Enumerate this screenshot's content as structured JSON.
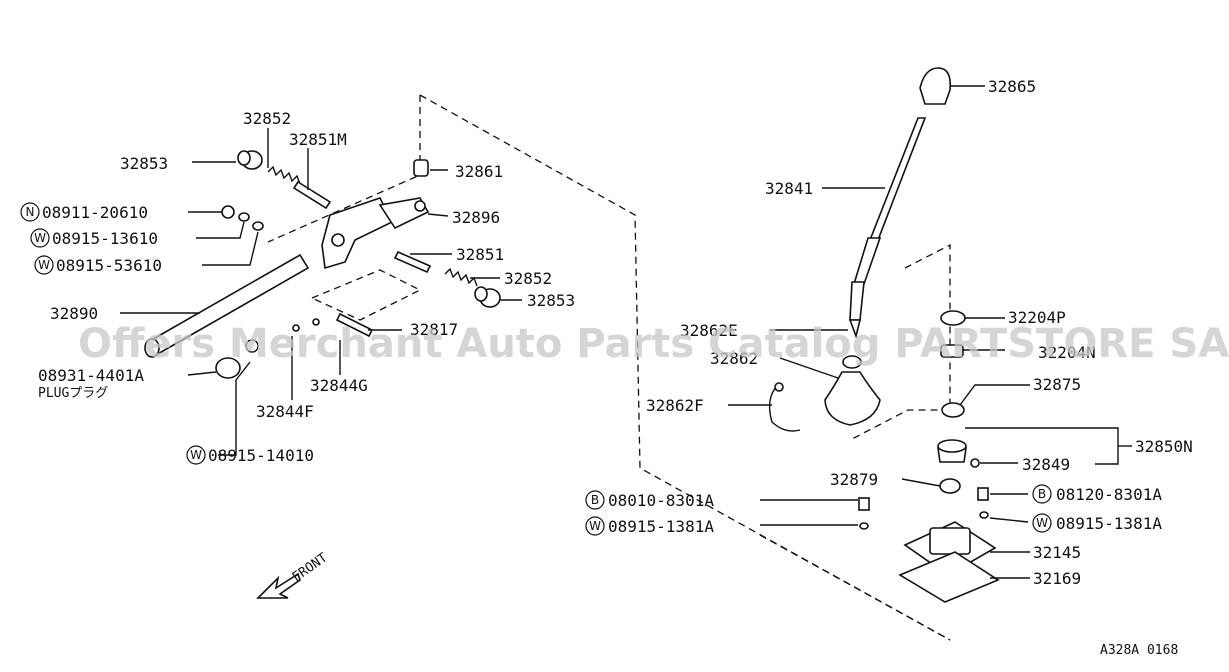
{
  "watermark": "Offers Merchant Auto Parts Catalog PARTSTORE SA",
  "diagram_code": "A328A 0168",
  "front_label": "FRONT",
  "plug_label": "PLUGプラグ",
  "badges": {
    "n": "N",
    "w": "W",
    "b": "B"
  },
  "parts": {
    "p32865": "32865",
    "p32841": "32841",
    "p32204P": "32204P",
    "p32204N": "32204N",
    "p32862E": "32862E",
    "p32862": "32862",
    "p32875": "32875",
    "p32862F": "32862F",
    "p32850N": "32850N",
    "p32849": "32849",
    "p32879": "32879",
    "p08010_8301A": "08010-8301A",
    "p08120_8301A": "08120-8301A",
    "p08915_1381A_left": "08915-1381A",
    "p08915_1381A_right": "08915-1381A",
    "p32145": "32145",
    "p32169": "32169",
    "p32852_top": "32852",
    "p32851M": "32851M",
    "p32853_top": "32853",
    "p32861": "32861",
    "p08911_20610": "08911-20610",
    "p08915_13610": "08915-13610",
    "p08915_53610": "08915-53610",
    "p32896": "32896",
    "p32851": "32851",
    "p32852_mid": "32852",
    "p32853_mid": "32853",
    "p32890": "32890",
    "p32817": "32817",
    "p08931_4401A": "08931-4401A",
    "p32844G": "32844G",
    "p32844F": "32844F",
    "p08915_14010": "08915-14010"
  }
}
